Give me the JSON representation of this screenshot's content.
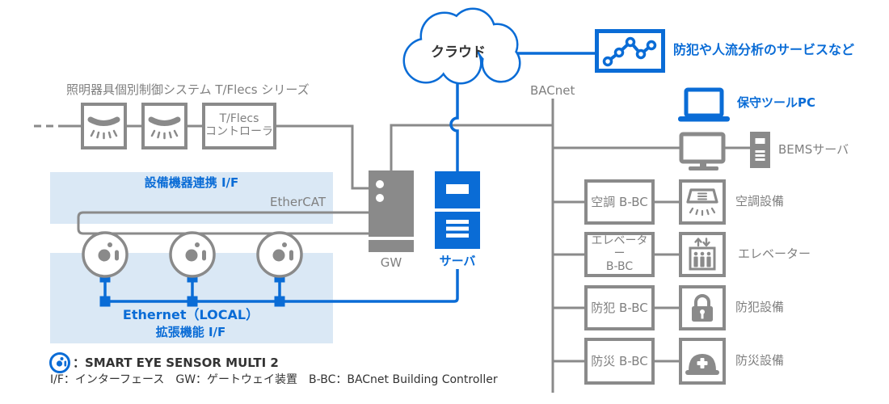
{
  "colors": {
    "accent_blue": "#0a6cd6",
    "line_gray": "#8a8a8a",
    "text_gray": "#7f7f7f",
    "band_light_blue": "#dae8f5",
    "text_dark": "#333333"
  },
  "cloud": {
    "label": "クラウド"
  },
  "service": {
    "label": "防犯や人流分析のサービスなど"
  },
  "maintenance_pc": {
    "label": "保守ツールPC"
  },
  "network": {
    "bacnet_label": "BACnet",
    "ethercat_label": "EtherCAT"
  },
  "lighting": {
    "title": "照明器具個別制御システム T/Flecs シリーズ",
    "controller_line1": "T/Flecs",
    "controller_line2": "コントローラ"
  },
  "core": {
    "gw_label": "GW",
    "server_label": "サーバ"
  },
  "bands": {
    "upper_label": "設備機器連携 I/F",
    "ethernet_label": "Ethernet（LOCAL）",
    "lower_label": "拡張機能 I/F"
  },
  "bems": {
    "label": "BEMSサーバ"
  },
  "bbc_rows": [
    {
      "controller": "空調 B-BC",
      "device": "空調設備"
    },
    {
      "controller": "エレベーター",
      "controller_line2": "B-BC",
      "device": "エレベーター"
    },
    {
      "controller": "防犯 B-BC",
      "device": "防犯設備"
    },
    {
      "controller": "防災 B-BC",
      "device": "防災設備"
    }
  ],
  "legend": {
    "sensor_label": "：SMART EYE SENSOR MULTI 2",
    "abbr": "I/F：インターフェース　GW：ゲートウェイ装置　B-BC：BACnet Building Controller"
  },
  "icons": {
    "cloud": "cloud-icon",
    "chart": "line-chart-icon",
    "laptop": "laptop-icon",
    "monitor": "monitor-icon",
    "tower": "server-tower-icon",
    "light": "downlight-icon",
    "sensor": "smart-eye-sensor-icon",
    "gateway": "gateway-device-icon",
    "server": "server-unit-icon",
    "aircon": "air-conditioner-icon",
    "elevator": "elevator-icon",
    "lock": "padlock-icon",
    "helmet": "safety-helmet-icon"
  }
}
